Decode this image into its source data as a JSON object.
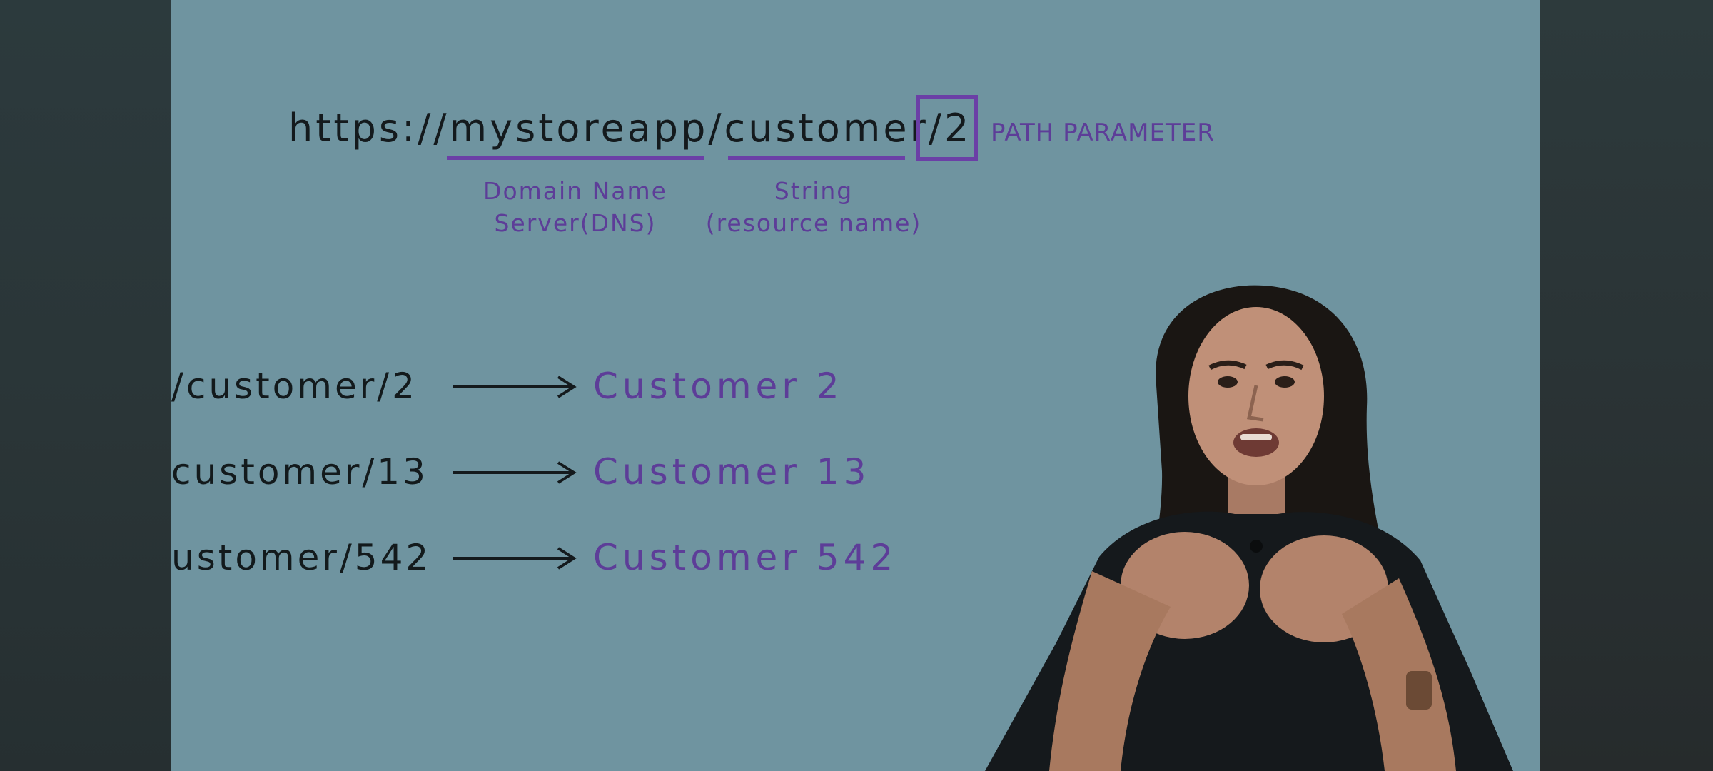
{
  "slide": {
    "url": "https://mystoreapp/customer/2",
    "path_param_label": "PATH PARAMETER",
    "captions": [
      {
        "line1": "Domain Name",
        "line2": "Server(DNS)"
      },
      {
        "line1": "String",
        "line2": "(resource name)"
      }
    ],
    "mappings": [
      {
        "route": "/customer/2",
        "resource": "Customer 2"
      },
      {
        "route": "customer/13",
        "resource": "Customer 13"
      },
      {
        "route": "ustomer/542",
        "resource": "Customer 542"
      }
    ]
  },
  "colors": {
    "slide_background": "#6f94a0",
    "accent_purple": "#6b3fa6",
    "text_dark": "#141a1d"
  }
}
